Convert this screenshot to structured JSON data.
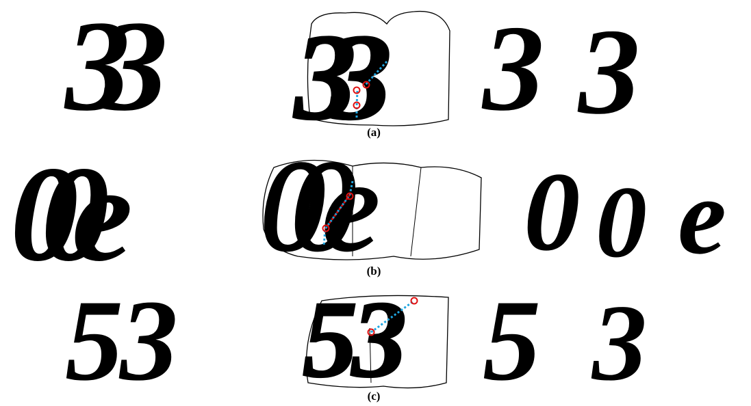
{
  "figure": {
    "rows": [
      {
        "id": "a",
        "caption": "(a)",
        "original": "33",
        "segmented": [
          "3",
          "3"
        ]
      },
      {
        "id": "b",
        "caption": "(b)",
        "original": "00e",
        "segmented": [
          "0",
          "0",
          "e"
        ]
      },
      {
        "id": "c",
        "caption": "(c)",
        "original": "53",
        "segmented": [
          "5",
          "3"
        ]
      }
    ],
    "colors": {
      "stroke": "#000000",
      "cut_path": "#1ea5e0",
      "cut_point": "#e01010"
    }
  }
}
